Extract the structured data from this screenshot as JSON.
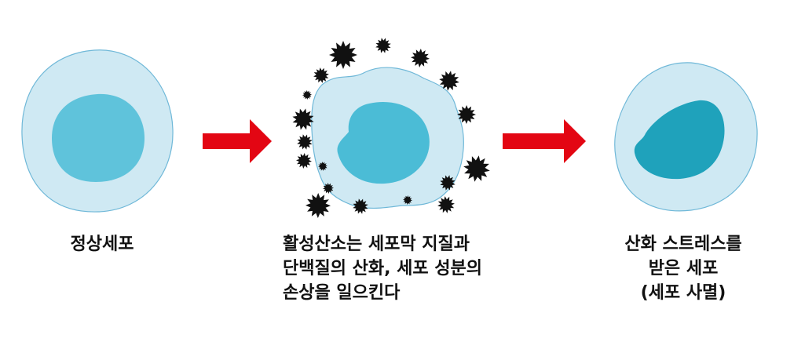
{
  "stages": [
    {
      "caption": "정상세포"
    },
    {
      "caption": "활성산소는 세포막 지질과\n단백질의 산화, 세포 성분의\n손상을 일으킨다"
    },
    {
      "caption": "산화 스트레스를\n받은 세포\n(세포 사멸)"
    }
  ],
  "colors": {
    "cytoplasm": "#cfe9f3",
    "cell_outline": "#6fb8d8",
    "nucleus_normal": "#5fc3db",
    "nucleus_ros": "#4bbcd6",
    "nucleus_stressed": "#1fa2bb",
    "arrow": "#e30613",
    "radical": "#111111"
  },
  "icons": {
    "arrow": "arrow-right-icon",
    "radical": "free-radical-icon"
  }
}
